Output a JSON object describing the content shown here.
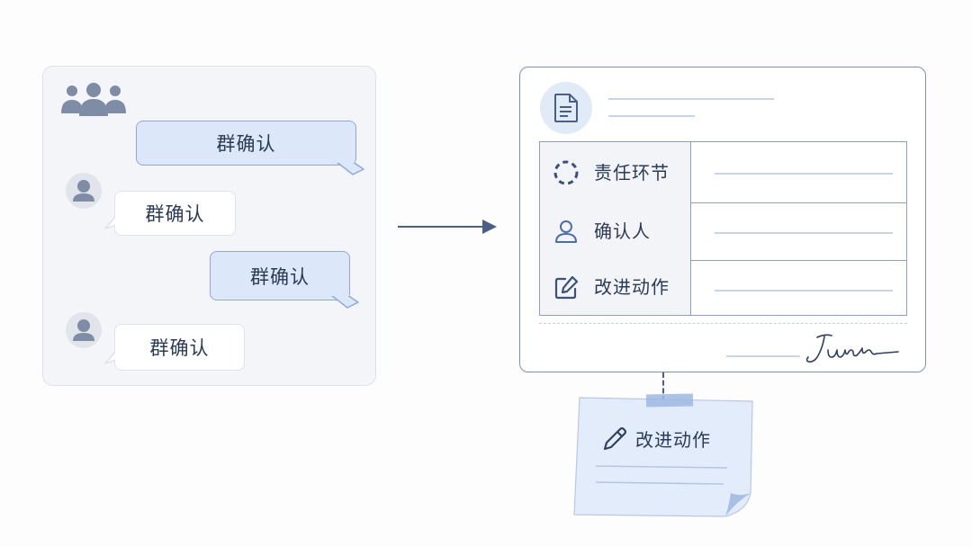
{
  "chat": {
    "messages": [
      {
        "side": "sent",
        "text": "群确认"
      },
      {
        "side": "received",
        "text": "群确认"
      },
      {
        "side": "sent",
        "text": "群确认"
      },
      {
        "side": "received",
        "text": "群确认"
      }
    ]
  },
  "form": {
    "rows": [
      {
        "icon": "dashed-circle-icon",
        "label": "责任环节"
      },
      {
        "icon": "person-icon",
        "label": "确认人"
      },
      {
        "icon": "edit-square-icon",
        "label": "改进动作"
      }
    ]
  },
  "note": {
    "label": "改进动作"
  },
  "colors": {
    "accent": "#4a5f86",
    "bubble_fill": "#dce7f9",
    "note_fill": "#e3ecfb"
  }
}
